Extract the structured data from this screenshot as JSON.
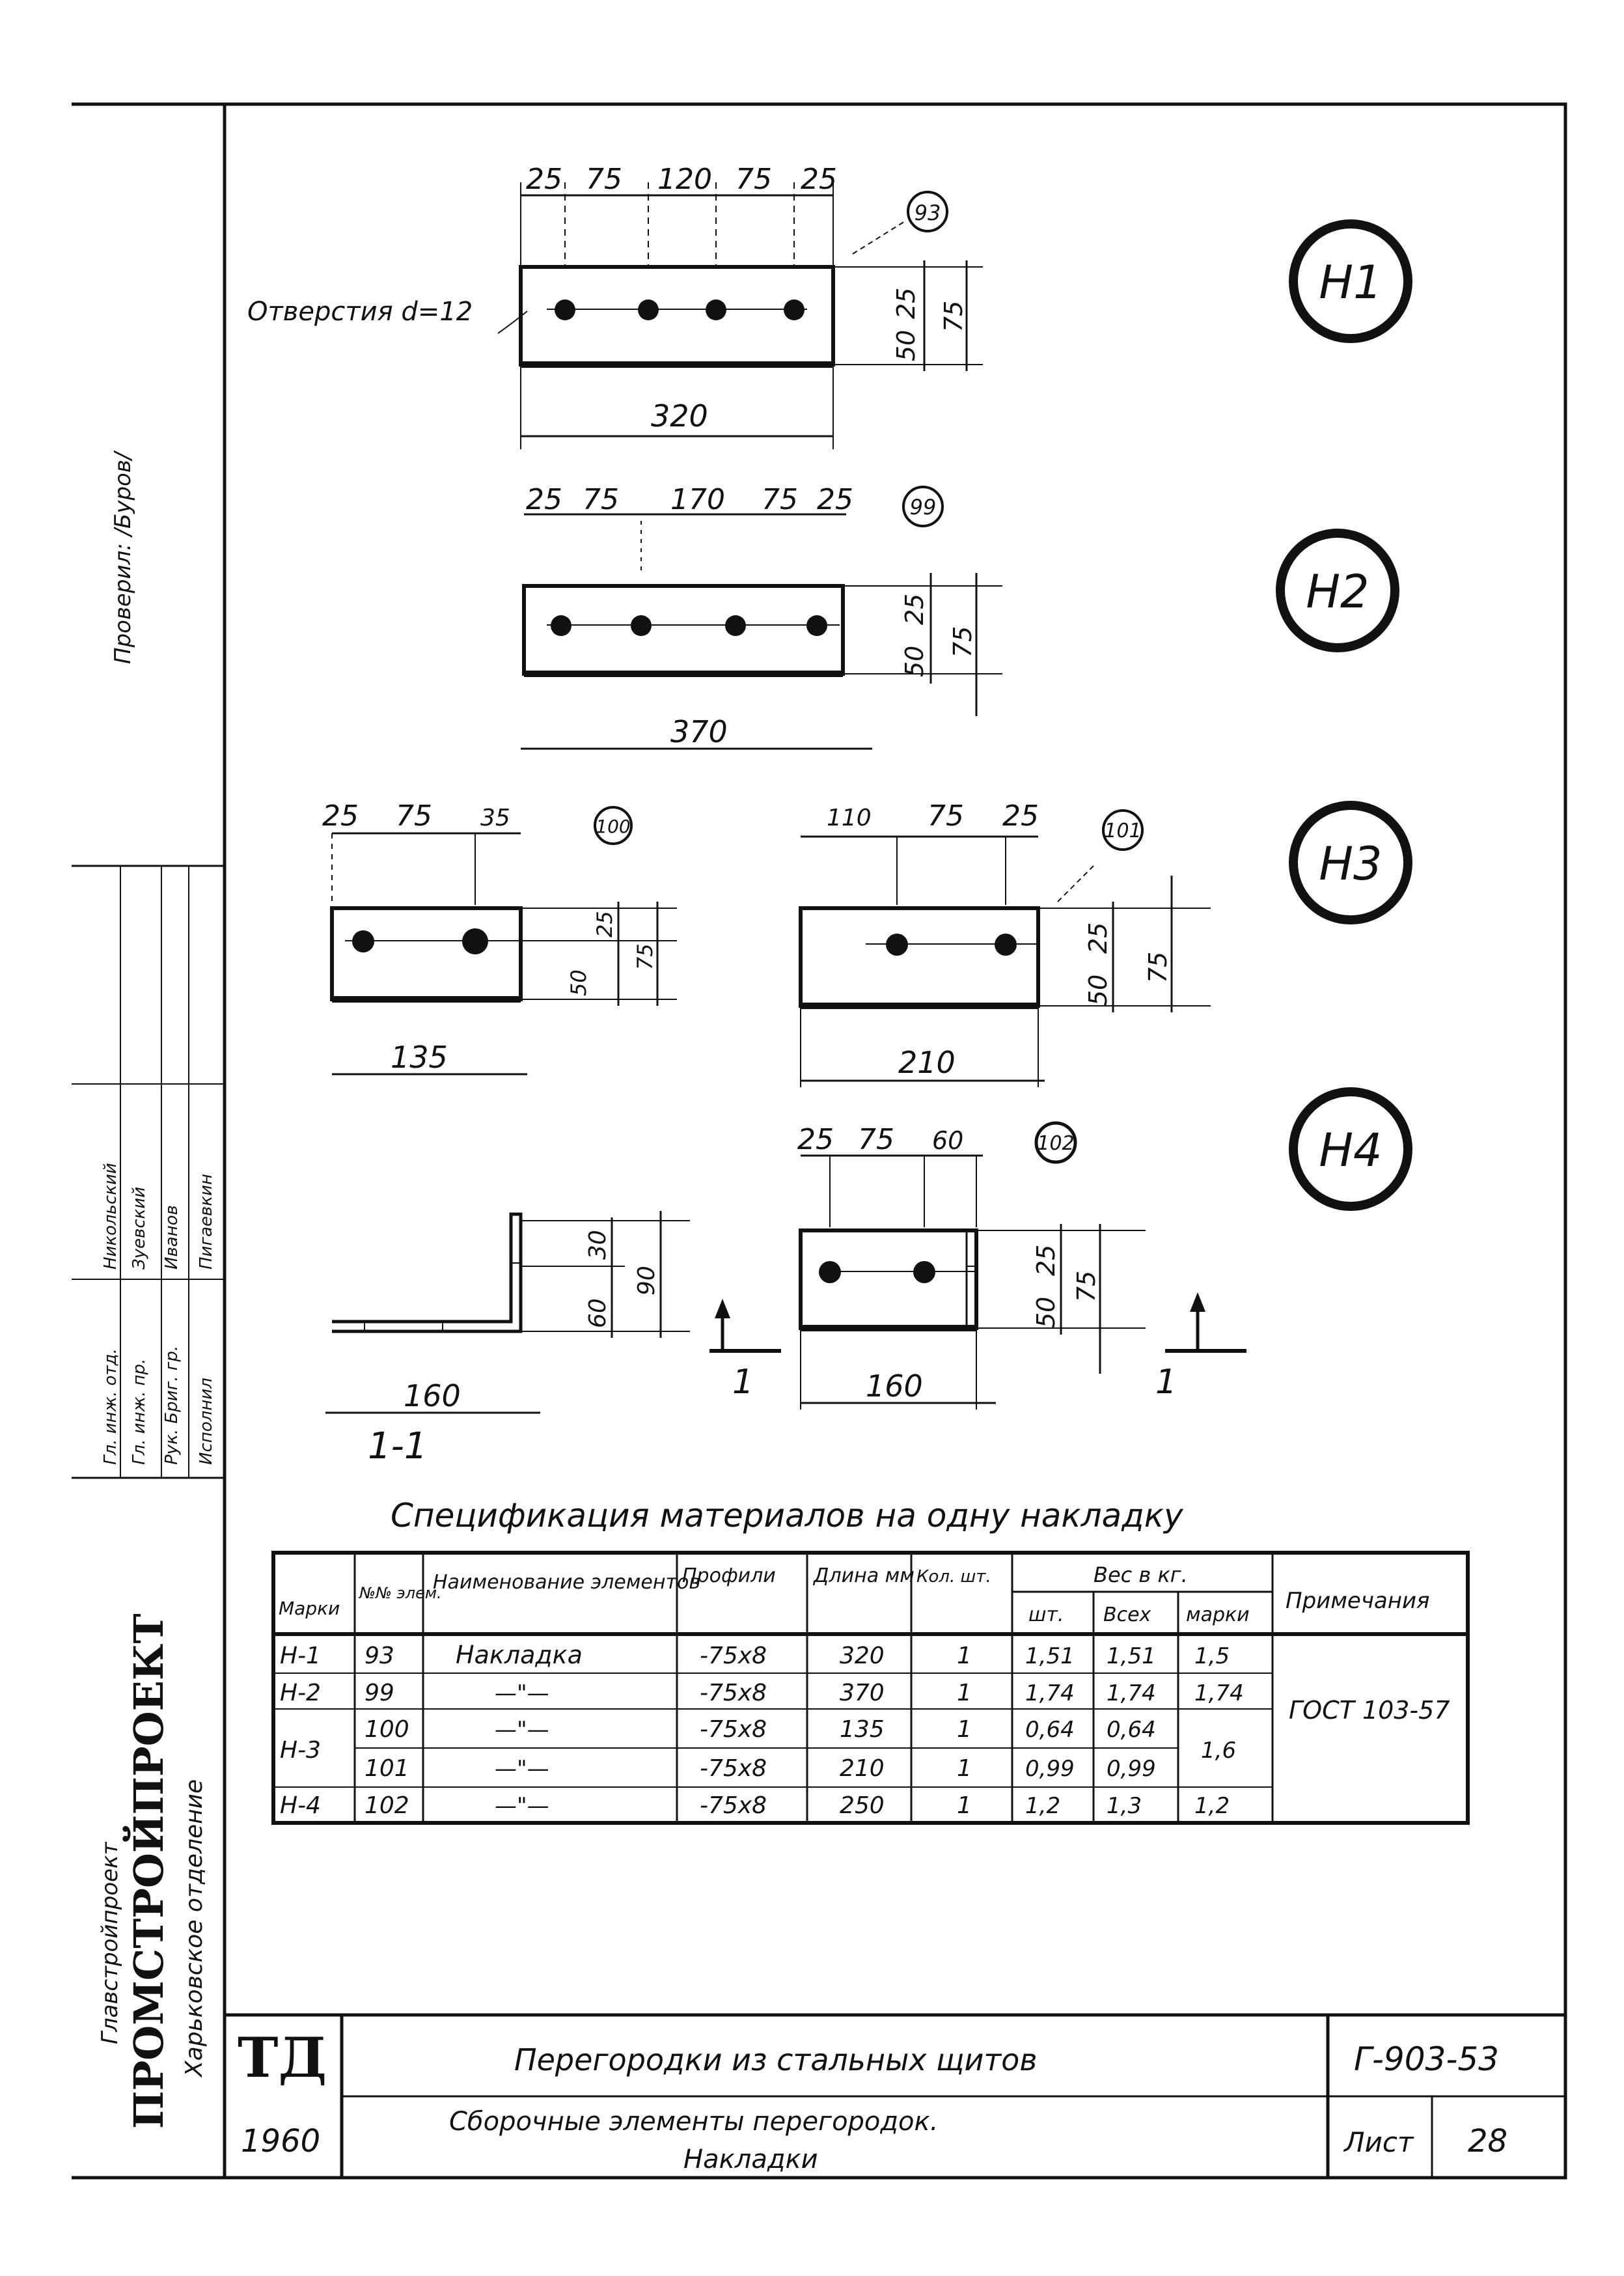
{
  "stamp": {
    "checked": "Проверил: /Буров/",
    "org_parent": "Главстройпроект",
    "org_name": "ПРОМСТРОЙПРОЕКТ",
    "org_branch": "Харьковское отделение",
    "rows": [
      {
        "role": "Гл. инж. отд.",
        "name": "Никольский"
      },
      {
        "role": "Гл. инж. пр.",
        "name": "Зуевский"
      },
      {
        "role": "Рук. Бриг. гр.",
        "name": "Иванов"
      },
      {
        "role": "Исполнил",
        "name": "Пигаевкин"
      }
    ]
  },
  "title_block": {
    "td": "ТД",
    "year": "1960",
    "title1": "Перегородки из стальных щитов",
    "title2_line1": "Сборочные элементы перегородок.",
    "title2_line2": "Накладки",
    "code": "Г-903-53",
    "sheet_label": "Лист",
    "sheet_no": "28"
  },
  "marks": [
    "Н1",
    "Н2",
    "Н3",
    "Н4"
  ],
  "drawings": {
    "h1": {
      "dims_top": [
        "25",
        "75",
        "120",
        "75",
        "25"
      ],
      "length": "320",
      "elem": "93",
      "hole_note": "Отверстия d=12",
      "side": [
        "25",
        "50",
        "75"
      ]
    },
    "h2": {
      "dims_top": [
        "25",
        "75",
        "170",
        "75",
        "25"
      ],
      "length": "370",
      "elem": "99",
      "side": [
        "25",
        "50",
        "75"
      ]
    },
    "h3a": {
      "dims_top": [
        "25",
        "75",
        "35"
      ],
      "length": "135",
      "elem": "100",
      "side": [
        "25",
        "50",
        "75"
      ]
    },
    "h3b": {
      "dims_top": [
        "110",
        "75",
        "25"
      ],
      "length": "210",
      "elem": "101",
      "side": [
        "25",
        "50",
        "75"
      ]
    },
    "h4": {
      "dims_top": [
        "25",
        "75",
        "60"
      ],
      "length": "160",
      "elem": "102",
      "side": [
        "25",
        "50",
        "75"
      ],
      "angle_side": [
        "30",
        "60",
        "90"
      ],
      "angle_len": "160",
      "section": "1-1",
      "cut": "1"
    }
  },
  "spec": {
    "title": "Спецификация материалов на одну накладку",
    "headers": {
      "mark": "Марки",
      "elem": "№№ элем.",
      "name": "Наименование элементов",
      "profile": "Профили",
      "length": "Длина мм",
      "qty": "Кол. шт.",
      "weight": "Вес в кг.",
      "w_pc": "шт.",
      "w_all": "Всех",
      "w_mark": "марки",
      "note": "Примечания"
    },
    "rows": [
      {
        "mark": "Н-1",
        "elem": "93",
        "name": "Накладка",
        "profile": "-75x8",
        "length": "320",
        "qty": "1",
        "w_pc": "1,51",
        "w_all": "1,51",
        "w_mark": "1,5"
      },
      {
        "mark": "Н-2",
        "elem": "99",
        "name": "—\"—",
        "profile": "-75x8",
        "length": "370",
        "qty": "1",
        "w_pc": "1,74",
        "w_all": "1,74",
        "w_mark": "1,74"
      },
      {
        "mark": "Н-3",
        "elem": "100",
        "name": "—\"—",
        "profile": "-75x8",
        "length": "135",
        "qty": "1",
        "w_pc": "0,64",
        "w_all": "0,64",
        "w_mark": "1,6"
      },
      {
        "mark": "",
        "elem": "101",
        "name": "—\"—",
        "profile": "-75x8",
        "length": "210",
        "qty": "1",
        "w_pc": "0,99",
        "w_all": "0,99",
        "w_mark": ""
      },
      {
        "mark": "Н-4",
        "elem": "102",
        "name": "—\"—",
        "profile": "-75x8",
        "length": "250",
        "qty": "1",
        "w_pc": "1,2",
        "w_all": "1,3",
        "w_mark": "1,2"
      }
    ],
    "note": "ГОСТ 103-57"
  }
}
